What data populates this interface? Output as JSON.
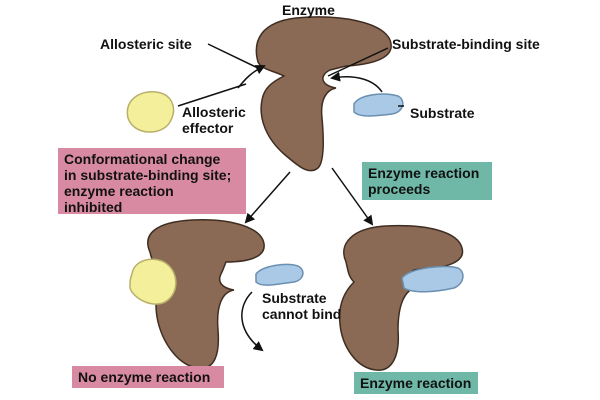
{
  "labels": {
    "enzyme": "Enzyme",
    "allosteric_site": "Allosteric site",
    "substrate_binding_site": "Substrate-binding site",
    "allosteric_effector": "Allosteric\neffector",
    "substrate": "Substrate",
    "substrate_cannot_bind": "Substrate\ncannot bind"
  },
  "boxes": {
    "inhibited": "Conformational change\nin substrate-binding site;\nenzyme reaction\ninhibited",
    "proceeds": "Enzyme reaction\nproceeds",
    "no_reaction": "No enzyme reaction",
    "reaction": "Enzyme reaction"
  },
  "colors": {
    "enzyme": "#8a6a55",
    "effector": "#f3ef9a",
    "substrate": "#a9c9e6",
    "pink_box": "#d98aa3",
    "teal_box": "#6fb8a8"
  }
}
